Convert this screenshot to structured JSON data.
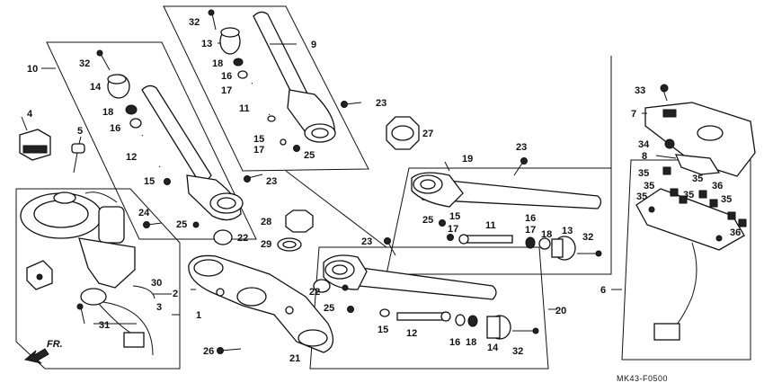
{
  "diagram": {
    "code": "MK43-F0500",
    "direction_label": "FR."
  },
  "callouts": [
    {
      "id": "c1",
      "text": "1"
    },
    {
      "id": "c2",
      "text": "2"
    },
    {
      "id": "c3",
      "text": "3"
    },
    {
      "id": "c4",
      "text": "4"
    },
    {
      "id": "c5",
      "text": "5"
    },
    {
      "id": "c6",
      "text": "6"
    },
    {
      "id": "c7",
      "text": "7"
    },
    {
      "id": "c8",
      "text": "8"
    },
    {
      "id": "c9",
      "text": "9"
    },
    {
      "id": "c10",
      "text": "10"
    },
    {
      "id": "c11",
      "text": "11"
    },
    {
      "id": "c12",
      "text": "12"
    },
    {
      "id": "c13",
      "text": "13"
    },
    {
      "id": "c14",
      "text": "14"
    },
    {
      "id": "c15",
      "text": "15"
    },
    {
      "id": "c16",
      "text": "16"
    },
    {
      "id": "c17",
      "text": "17"
    },
    {
      "id": "c18",
      "text": "18"
    },
    {
      "id": "c19",
      "text": "19"
    },
    {
      "id": "c20",
      "text": "20"
    },
    {
      "id": "c21",
      "text": "21"
    },
    {
      "id": "c22",
      "text": "22"
    },
    {
      "id": "c23",
      "text": "23"
    },
    {
      "id": "c24",
      "text": "24"
    },
    {
      "id": "c25",
      "text": "25"
    },
    {
      "id": "c26",
      "text": "26"
    },
    {
      "id": "c27",
      "text": "27"
    },
    {
      "id": "c28",
      "text": "28"
    },
    {
      "id": "c29",
      "text": "29"
    },
    {
      "id": "c30",
      "text": "30"
    },
    {
      "id": "c31",
      "text": "31"
    },
    {
      "id": "c32",
      "text": "32"
    },
    {
      "id": "c33",
      "text": "33"
    },
    {
      "id": "c34",
      "text": "34"
    },
    {
      "id": "c35",
      "text": "35"
    },
    {
      "id": "c36",
      "text": "36"
    }
  ]
}
